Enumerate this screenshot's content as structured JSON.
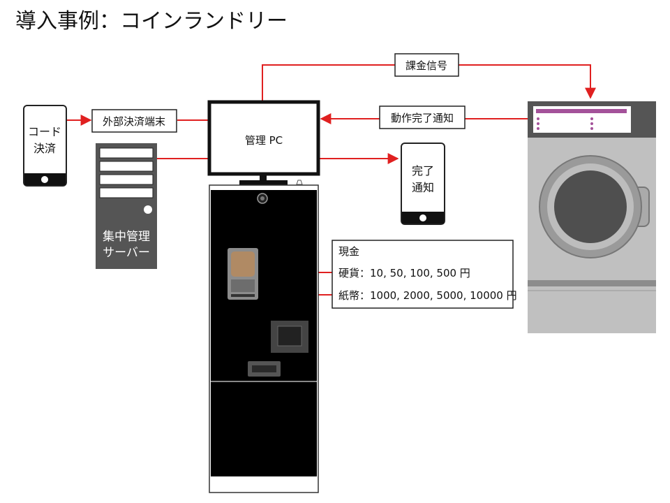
{
  "page": {
    "title": "導入事例：コインランドリー"
  },
  "phone_code": {
    "line1": "コード",
    "line2": "決済"
  },
  "external_terminal": {
    "label": "外部決済端末"
  },
  "server": {
    "line1": "集中管理",
    "line2": "サーバー"
  },
  "pc": {
    "label": "管理 PC"
  },
  "billing_signal": {
    "label": "課金信号"
  },
  "completion_signal": {
    "label": "動作完了通知"
  },
  "phone_done": {
    "line1": "完了",
    "line2": "通知"
  },
  "cash": {
    "heading": "現金",
    "coins": "硬貨：10, 50, 100, 500 円",
    "bills": "紙幣：1000, 2000, 5000, 10000 円"
  },
  "colors": {
    "arrow": "#e02020",
    "kiosk": "#000000",
    "server": "#555555",
    "washer": "#c0c0c0",
    "washer_panel_text": "#a4529a",
    "coin_slot": "#b08a64"
  }
}
